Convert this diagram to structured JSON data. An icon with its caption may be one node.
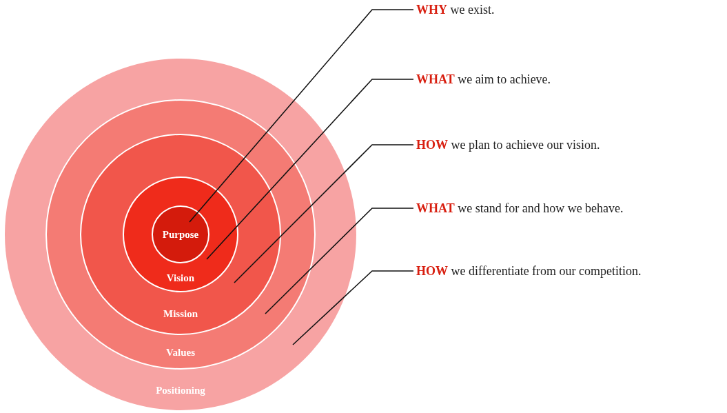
{
  "diagram": {
    "nodes": [
      {
        "text": [
          "Positioning"
        ]
      },
      {
        "text": [
          "Values"
        ],
        "in": 0
      },
      {
        "text": [
          "Mission"
        ],
        "in": 1
      },
      {
        "text": [
          "Vision"
        ],
        "in": 2
      },
      {
        "text": [
          "Purpose"
        ],
        "in": 3
      },
      {
        "text": [
          "**WHY** we exist."
        ]
      },
      {
        "text": [
          "**WHAT** we aim to achieve."
        ]
      },
      {
        "text": [
          "**HOW** we plan to achieve our vision."
        ]
      },
      {
        "text": [
          "**WHAT** we stand for and how we behave."
        ]
      },
      {
        "text": [
          "**HOW** we differentiate from our competition."
        ]
      }
    ],
    "edges": [
      {
        "from": 5,
        "to": 4,
        "arrow": "none"
      },
      {
        "from": 6,
        "to": 3,
        "arrow": "none"
      },
      {
        "from": 7,
        "to": 2,
        "arrow": "none"
      },
      {
        "from": 8,
        "to": 1,
        "arrow": "none"
      },
      {
        "from": 9,
        "to": 0,
        "arrow": "none"
      }
    ]
  }
}
